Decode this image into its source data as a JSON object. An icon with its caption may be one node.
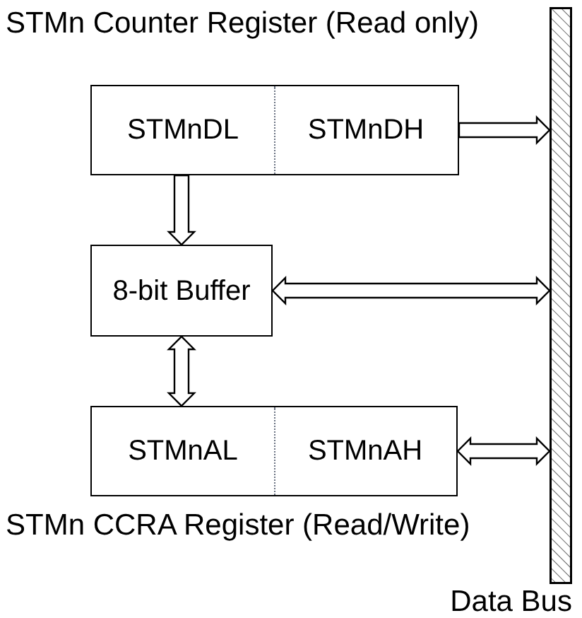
{
  "diagram": {
    "nodes": [
      {
        "text": [
          "STMn Counter Register (Read only)"
        ]
      },
      {
        "text": [
          "STMnDL"
        ],
        "in": 0
      },
      {
        "text": [
          "STMnDH"
        ],
        "in": 0
      },
      {
        "text": [
          "8-bit Buffer"
        ]
      },
      {
        "text": [
          "STMn CCRA Register (Read/Write)"
        ]
      },
      {
        "text": [
          "STMnAL"
        ],
        "in": 4
      },
      {
        "text": [
          "STMnAH"
        ],
        "in": 4
      },
      {
        "text": [],
        "shape": "bar",
        "beside": [
          "Data Bus"
        ]
      }
    ],
    "edges": [
      {
        "from": 1,
        "to": 3,
        "arrow": "to"
      },
      {
        "from": 2,
        "to": 7,
        "arrow": "to"
      },
      {
        "from": 3,
        "to": 7,
        "arrow": "both"
      },
      {
        "from": 3,
        "to": 5,
        "arrow": "both"
      },
      {
        "from": 6,
        "to": 7,
        "arrow": "both"
      }
    ]
  }
}
